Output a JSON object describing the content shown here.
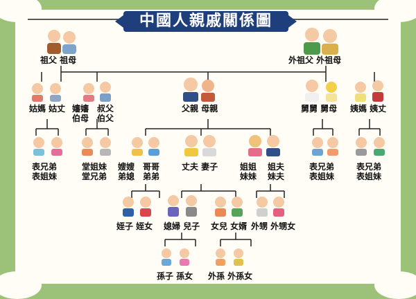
{
  "title": "中國人親戚關係圖",
  "labels": {
    "grandparents_paternal": "祖父 祖母",
    "grandparents_maternal": "外祖父 外祖母",
    "aunt_uncle_paternal": "姑媽 姑丈",
    "aunt_uncle_wife": "嬸嬸",
    "aunt_uncle_wife_2": "伯母",
    "uncle_paternal": "叔父",
    "uncle_paternal_2": "伯父",
    "parents": "父親 母親",
    "uncle_aunt_maternal": "舅舅 舅母",
    "aunt_uncle_maternal": "姨媽 姨丈",
    "cousins_paternal_1": "表兄弟",
    "cousins_paternal_2": "表姐妹",
    "cousins_tang_1": "堂姐妹",
    "cousins_tang_2": "堂兄弟",
    "sister_in_law_1": "嫂嫂",
    "sister_in_law_2": "弟媳",
    "brother_1": "哥哥",
    "brother_2": "弟弟",
    "couple": "丈夫 妻子",
    "sister_1": "姐姐",
    "sister_2": "妹妹",
    "brother_in_law_1": "姐夫",
    "brother_in_law_2": "妹夫",
    "cousins_maternal_1": "表兄弟",
    "cousins_maternal_2": "表姐妹",
    "cousins_maternal_3": "表兄弟",
    "cousins_maternal_4": "表姐妹",
    "nephew_niece": "姪子 姪女",
    "son_couple": "媳婦 兒子",
    "daughter_couple": "女兒 女婿",
    "sister_children": "外甥 外甥女",
    "grandchildren": "孫子 孫女",
    "grandchildren_daughter": "外孫 外孫女"
  },
  "colors": {
    "background": "#9cc27a",
    "card": "#fffdf6",
    "banner": "#1f3e7c",
    "line": "#222222"
  }
}
